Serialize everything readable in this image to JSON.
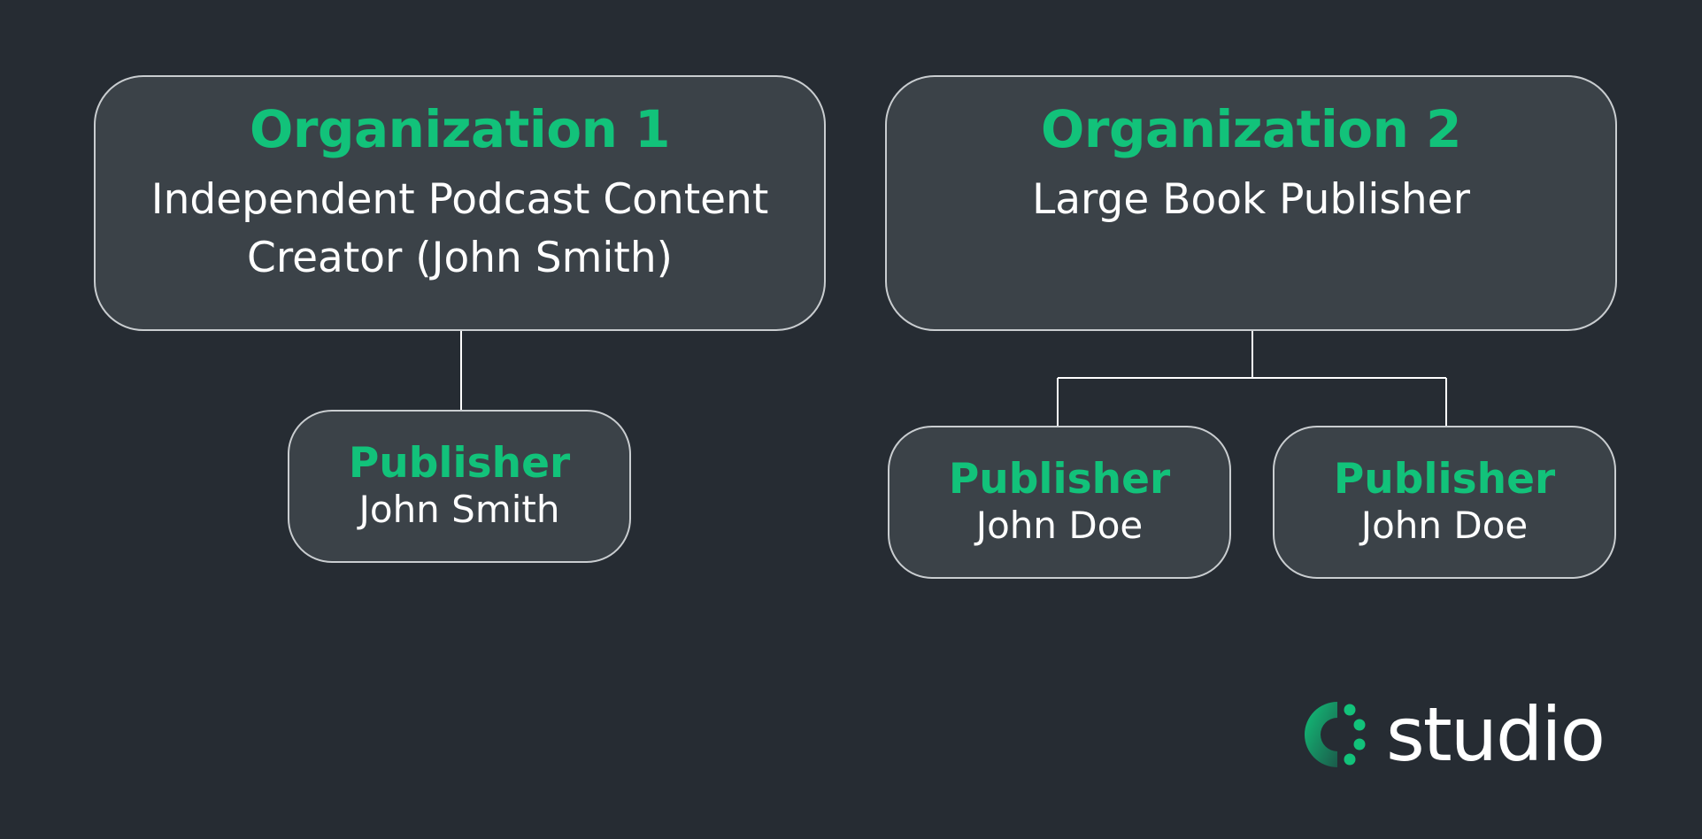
{
  "organizations": [
    {
      "title": "Organization 1",
      "subtitle_line1": "Independent Podcast Content",
      "subtitle_line2": "Creator (John Smith)",
      "publishers": [
        {
          "role": "Publisher",
          "name": "John Smith"
        }
      ]
    },
    {
      "title": "Organization 2",
      "subtitle_line1": "Large Book Publisher",
      "subtitle_line2": "",
      "publishers": [
        {
          "role": "Publisher",
          "name": "John Doe"
        },
        {
          "role": "Publisher",
          "name": "John Doe"
        }
      ]
    }
  ],
  "brand": {
    "wordmark": "studio",
    "icon": "studio-logo-icon",
    "accent_color": "#12c27a"
  },
  "colors": {
    "background": "#262c33",
    "node_fill": "#3b4248",
    "node_border": "#c9cdd0",
    "accent": "#12c27a",
    "connector": "#ffffff"
  }
}
